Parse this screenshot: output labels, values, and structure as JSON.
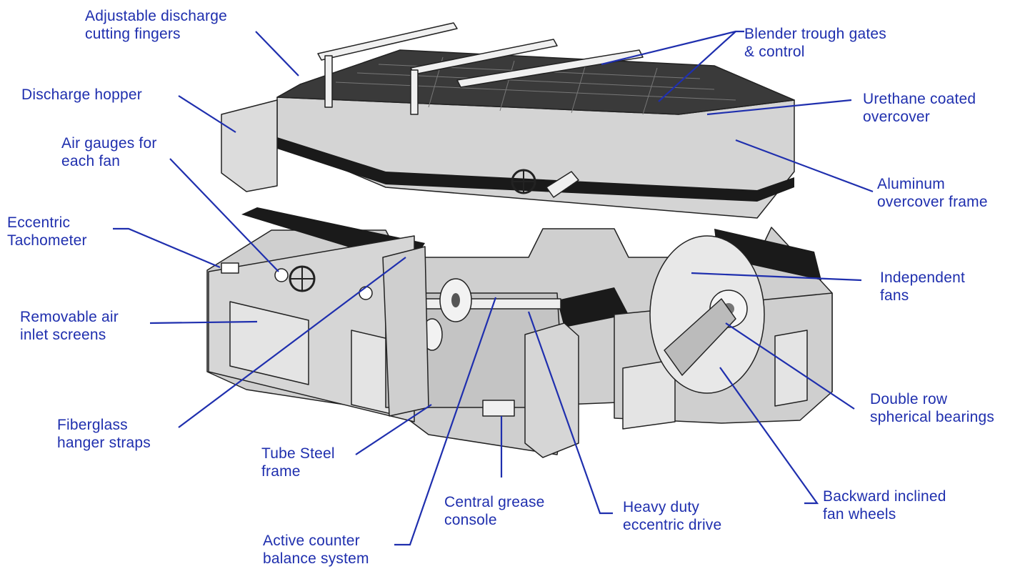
{
  "colors": {
    "label": "#1f2fae",
    "leader": "#1f2fae",
    "machine_fill": "#cfcfcf",
    "machine_dark": "#9a9a9a",
    "band": "#1a1a1a",
    "outline": "#222222"
  },
  "callouts": [
    {
      "id": "adjustable-discharge-cutting-fingers",
      "lines": [
        "Adjustable discharge",
        "cutting fingers"
      ]
    },
    {
      "id": "blender-trough-gates",
      "lines": [
        "Blender trough gates",
        "& control"
      ]
    },
    {
      "id": "discharge-hopper",
      "lines": [
        "Discharge hopper"
      ]
    },
    {
      "id": "urethane-coated-overcover",
      "lines": [
        "Urethane coated",
        "overcover"
      ]
    },
    {
      "id": "air-gauges",
      "lines": [
        "Air gauges for",
        "each fan"
      ]
    },
    {
      "id": "aluminum-overcover-frame",
      "lines": [
        "Aluminum",
        "overcover frame"
      ]
    },
    {
      "id": "eccentric-tachometer",
      "lines": [
        "Eccentric",
        "Tachometer"
      ]
    },
    {
      "id": "independent-fans",
      "lines": [
        "Independent",
        "fans"
      ]
    },
    {
      "id": "removable-air-inlet-screens",
      "lines": [
        "Removable air",
        "inlet screens"
      ]
    },
    {
      "id": "double-row-spherical-bearings",
      "lines": [
        "Double row",
        "spherical bearings"
      ]
    },
    {
      "id": "fiberglass-hanger-straps",
      "lines": [
        "Fiberglass",
        "hanger straps"
      ]
    },
    {
      "id": "tube-steel-frame",
      "lines": [
        "Tube Steel",
        "frame"
      ]
    },
    {
      "id": "backward-inclined-fan-wheels",
      "lines": [
        "Backward inclined",
        "fan wheels"
      ]
    },
    {
      "id": "central-grease-console",
      "lines": [
        "Central grease",
        "console"
      ]
    },
    {
      "id": "heavy-duty-eccentric-drive",
      "lines": [
        "Heavy duty",
        "eccentric drive"
      ]
    },
    {
      "id": "active-counter-balance-system",
      "lines": [
        "Active counter",
        "balance system"
      ]
    }
  ]
}
